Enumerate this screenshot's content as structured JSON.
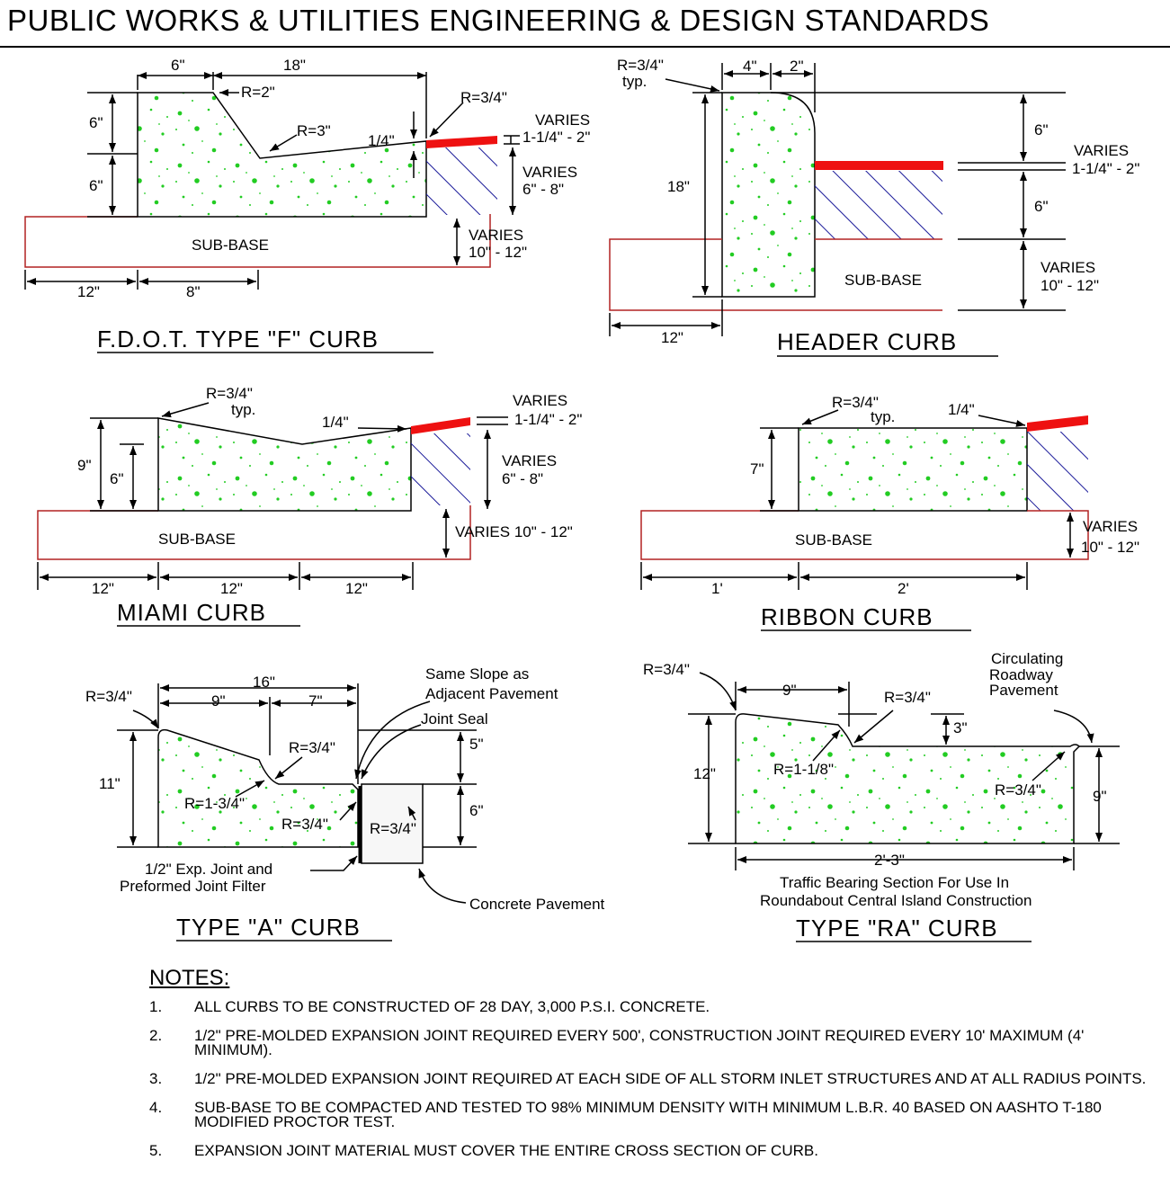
{
  "sheet_title": "PUBLIC WORKS & UTILITIES ENGINEERING & DESIGN STANDARDS",
  "colors": {
    "concrete_speck": "#22cc22",
    "asphalt": "#ee1111",
    "subbase_line": "#b22222",
    "hatch": "#1a1a99"
  },
  "curbs": {
    "fdot": {
      "caption": "F.D.O.T. TYPE \"F\" CURB",
      "dim_6_top": "6\"",
      "dim_18": "18\"",
      "r2": "R=2\"",
      "r34": "R=3/4\"",
      "r3": "R=3\"",
      "quarter": "1/4\"",
      "varies_a": "VARIES",
      "varies_a_range": "1-1/4\" - 2\"",
      "varies_b": "VARIES",
      "varies_b_range": "6\" - 8\"",
      "varies_c": "VARIES",
      "varies_c_range": "10\" - 12\"",
      "dim_6_left_top": "6\"",
      "dim_6_left_bot": "6\"",
      "subbase": "SUB-BASE",
      "dim_12": "12\"",
      "dim_8": "8\""
    },
    "header": {
      "caption": "HEADER  CURB",
      "r34": "R=3/4\"",
      "typ": "typ.",
      "dim_4": "4\"",
      "dim_2": "2\"",
      "dim_18": "18\"",
      "dim_6_top": "6\"",
      "varies_a": "VARIES",
      "varies_a_range": "1-1/4\" - 2\"",
      "dim_6_mid": "6\"",
      "varies_b": "VARIES",
      "varies_b_range": "10\" - 12\"",
      "subbase": "SUB-BASE",
      "dim_12": "12\""
    },
    "miami": {
      "caption": "MIAMI  CURB",
      "r34": "R=3/4\"",
      "typ": "typ.",
      "quarter": "1/4\"",
      "varies_a": "VARIES",
      "varies_a_range": "1-1/4\" - 2\"",
      "varies_b": "VARIES",
      "varies_b_range": "6\" - 8\"",
      "varies_c": "VARIES 10\" - 12\"",
      "dim_9": "9\"",
      "dim_6": "6\"",
      "subbase": "SUB-BASE",
      "dim_12_a": "12\"",
      "dim_12_b": "12\"",
      "dim_12_c": "12\""
    },
    "ribbon": {
      "caption": "RIBBON  CURB",
      "r34": "R=3/4\"",
      "typ": "typ.",
      "quarter": "1/4\"",
      "dim_7": "7\"",
      "subbase": "SUB-BASE",
      "varies": "VARIES",
      "varies_range": "10\" - 12\"",
      "dim_1": "1'",
      "dim_2": "2'"
    },
    "type_a": {
      "caption": "TYPE \"A\" CURB",
      "dim_16": "16\"",
      "dim_9": "9\"",
      "dim_7": "7\"",
      "r34_a": "R=3/4\"",
      "slope_1": "Same Slope as",
      "slope_2": "Adjacent Pavement",
      "joint_seal": "Joint Seal",
      "dim_5": "5\"",
      "r34_b": "R=3/4\"",
      "dim_11": "11\"",
      "r134": "R=1-3/4\"",
      "r34_c": "R=3/4\"",
      "r34_d": "R=3/4\"",
      "dim_6": "6\"",
      "exp_1": "1/2\" Exp. Joint and",
      "exp_2": "Preformed Joint Filter",
      "pavement": "Concrete Pavement"
    },
    "type_ra": {
      "caption": "TYPE \"RA\" CURB",
      "r34_a": "R=3/4\"",
      "dim_9": "9\"",
      "r34_b": "R=3/4\"",
      "circ_1": "Circulating",
      "circ_2": "Roadway",
      "circ_3": "Pavement",
      "dim_3": "3\"",
      "dim_12": "12\"",
      "r118": "R=1-1/8\"",
      "r34_c": "R=3/4\"",
      "dim_9_right": "9\"",
      "dim_23": "2'-3\"",
      "traffic_1": "Traffic Bearing Section For Use In",
      "traffic_2": "Roundabout Central Island Construction"
    }
  },
  "notes": {
    "heading": "NOTES:",
    "items": [
      {
        "num": "1.",
        "text": "ALL CURBS TO BE CONSTRUCTED OF 28 DAY, 3,000 P.S.I. CONCRETE."
      },
      {
        "num": "2.",
        "text": "1/2\" PRE-MOLDED EXPANSION JOINT REQUIRED EVERY 500', CONSTRUCTION JOINT REQUIRED EVERY 10' MAXIMUM (4' MINIMUM)."
      },
      {
        "num": "3.",
        "text": "1/2\" PRE-MOLDED EXPANSION JOINT REQUIRED AT EACH SIDE OF ALL STORM INLET STRUCTURES AND AT ALL RADIUS POINTS."
      },
      {
        "num": "4.",
        "text": "SUB-BASE TO BE COMPACTED AND TESTED TO 98% MINIMUM DENSITY WITH MINIMUM L.B.R. 40 BASED ON AASHTO T-180 MODIFIED PROCTOR TEST."
      },
      {
        "num": "5.",
        "text": "EXPANSION JOINT MATERIAL MUST COVER THE ENTIRE CROSS SECTION  OF CURB."
      }
    ]
  }
}
